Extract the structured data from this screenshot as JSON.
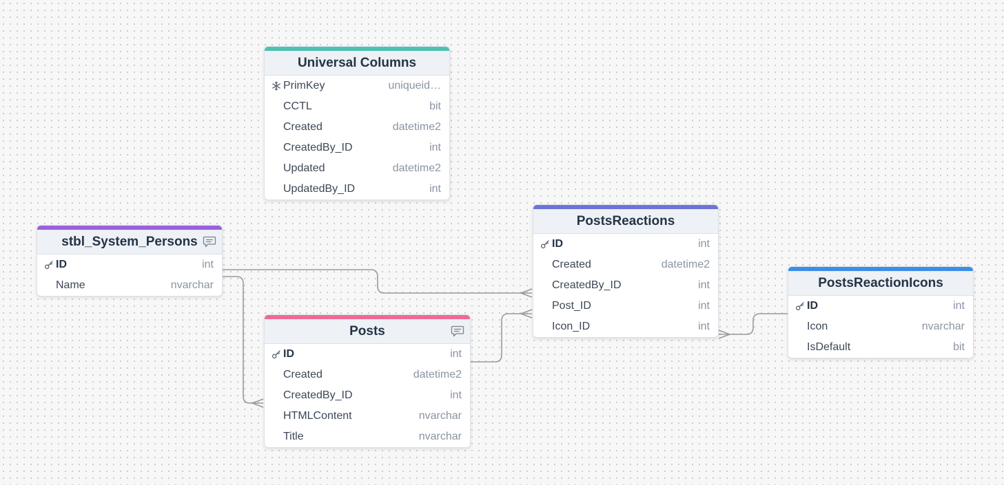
{
  "tables": {
    "universal": {
      "title": "Universal Columns",
      "accent": "#4fc1b0",
      "columns": [
        {
          "name": "PrimKey",
          "type": "uniqueid…",
          "icon": "snowflake-icon"
        },
        {
          "name": "CCTL",
          "type": "bit"
        },
        {
          "name": "Created",
          "type": "datetime2"
        },
        {
          "name": "CreatedBy_ID",
          "type": "int"
        },
        {
          "name": "Updated",
          "type": "datetime2"
        },
        {
          "name": "UpdatedBy_ID",
          "type": "int"
        }
      ]
    },
    "persons": {
      "title": "stbl_System_Persons",
      "accent": "#9b5fe0",
      "has_note": true,
      "columns": [
        {
          "name": "ID",
          "type": "int",
          "icon": "key-icon"
        },
        {
          "name": "Name",
          "type": "nvarchar"
        }
      ]
    },
    "posts": {
      "title": "Posts",
      "accent": "#ef6a93",
      "has_note": true,
      "columns": [
        {
          "name": "ID",
          "type": "int",
          "icon": "key-icon"
        },
        {
          "name": "Created",
          "type": "datetime2"
        },
        {
          "name": "CreatedBy_ID",
          "type": "int"
        },
        {
          "name": "HTMLContent",
          "type": "nvarchar"
        },
        {
          "name": "Title",
          "type": "nvarchar"
        }
      ]
    },
    "reactions": {
      "title": "PostsReactions",
      "accent": "#6c74d8",
      "columns": [
        {
          "name": "ID",
          "type": "int",
          "icon": "key-icon"
        },
        {
          "name": "Created",
          "type": "datetime2"
        },
        {
          "name": "CreatedBy_ID",
          "type": "int"
        },
        {
          "name": "Post_ID",
          "type": "int"
        },
        {
          "name": "Icon_ID",
          "type": "int"
        }
      ]
    },
    "icons": {
      "title": "PostsReactionIcons",
      "accent": "#3a8ee6",
      "columns": [
        {
          "name": "ID",
          "type": "int",
          "icon": "key-icon"
        },
        {
          "name": "Icon",
          "type": "nvarchar"
        },
        {
          "name": "IsDefault",
          "type": "bit"
        }
      ]
    }
  },
  "relations": [
    {
      "from": "stbl_System_Persons.ID",
      "to": "PostsReactions.CreatedBy_ID",
      "cardinality": "one-to-many"
    },
    {
      "from": "stbl_System_Persons.ID",
      "to": "Posts.CreatedBy_ID",
      "cardinality": "one-to-many"
    },
    {
      "from": "Posts.ID",
      "to": "PostsReactions.Post_ID",
      "cardinality": "one-to-many"
    },
    {
      "from": "PostsReactionIcons.ID",
      "to": "PostsReactions.Icon_ID",
      "cardinality": "one-to-many"
    }
  ],
  "colors": {
    "edge": "#9a9a9a",
    "title_text": "#243447",
    "type_text": "#8a94a3"
  }
}
